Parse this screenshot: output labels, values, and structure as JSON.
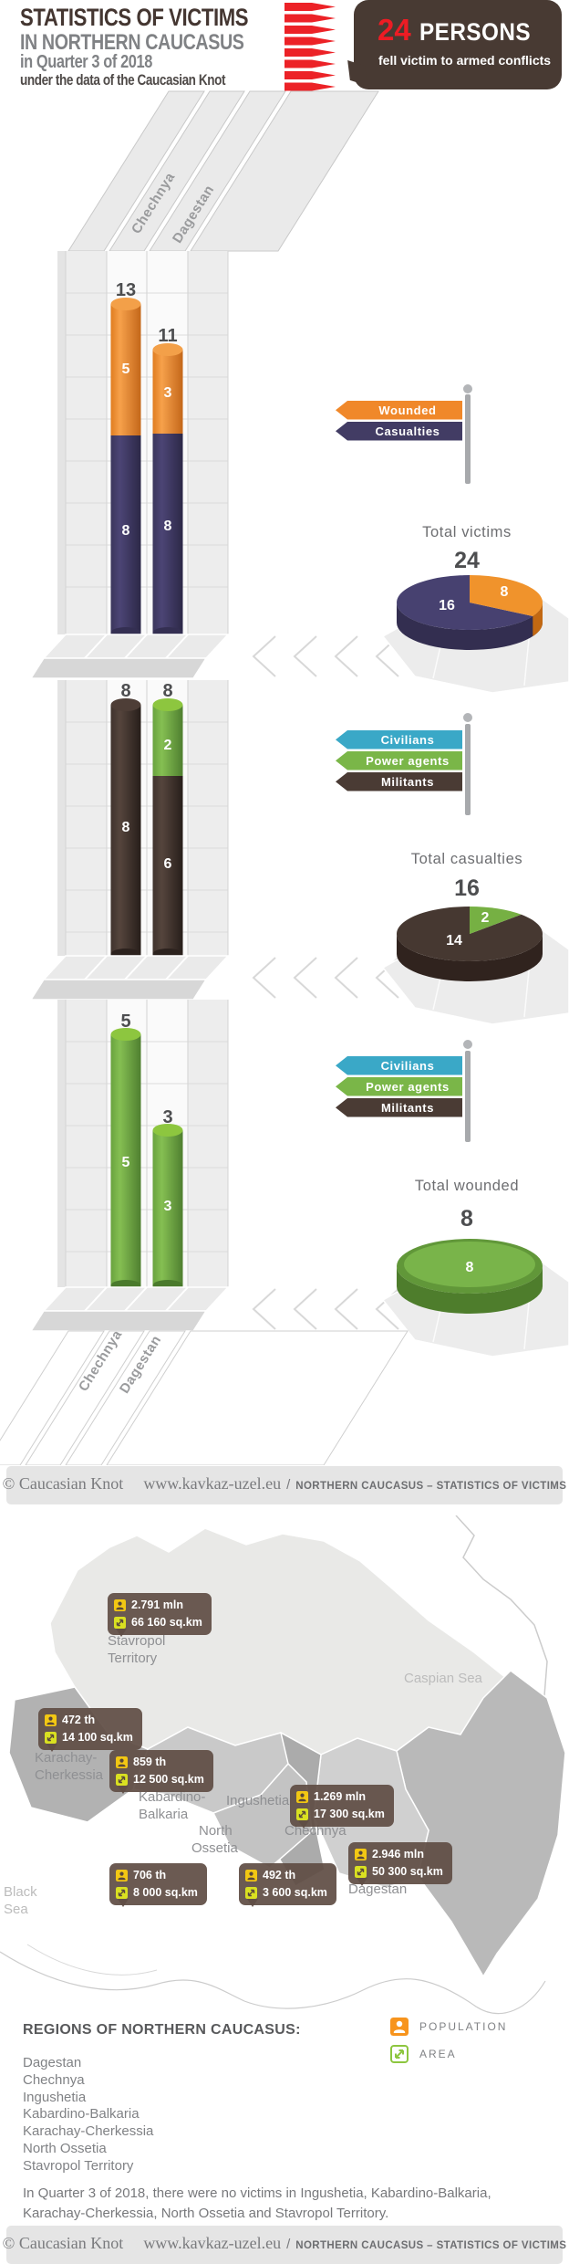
{
  "header": {
    "line1": "STATISTICS OF VICTIMS",
    "line2": "IN NORTHERN CAUCASUS",
    "line3": "in Quarter 3 of 2018",
    "line4": "under the data of the Caucasian Knot",
    "callout": {
      "number": "24",
      "unit": "PERSONS",
      "caption": "fell victim to armed conflicts"
    }
  },
  "axis": {
    "top1": "Chechnya",
    "top2": "Dagestan",
    "bottom1": "Chechnya",
    "bottom2": "Dagestan"
  },
  "sec1": {
    "legend": {
      "wounded": "Wounded",
      "casualties": "Casualties"
    },
    "chechnya": {
      "total": "13",
      "wounded": "5",
      "casualties": "8"
    },
    "dagestan": {
      "total": "11",
      "wounded": "3",
      "casualties": "8"
    },
    "pie": {
      "title": "Total victims",
      "total": "24",
      "casualties": "16",
      "wounded": "8"
    }
  },
  "sec2": {
    "legend": {
      "civilians": "Civilians",
      "power": "Power agents",
      "militants": "Militants"
    },
    "chechnya": {
      "total": "8",
      "militants": "8"
    },
    "dagestan": {
      "total": "8",
      "power": "2",
      "militants": "6"
    },
    "pie": {
      "title": "Total casualties",
      "total": "16",
      "militants": "14",
      "power": "2"
    }
  },
  "sec3": {
    "legend": {
      "civilians": "Civilians",
      "power": "Power agents",
      "militants": "Militants"
    },
    "chechnya": {
      "total": "5",
      "value": "5"
    },
    "dagestan": {
      "total": "3",
      "value": "3"
    },
    "pie": {
      "title": "Total wounded",
      "total": "8",
      "value": "8"
    }
  },
  "footer": {
    "copyright": "© Caucasian Knot",
    "site": "www.kavkaz-uzel.eu",
    "sep": "/",
    "caption": "NORTHERN CAUCASUS – STATISTICS OF VICTIMS"
  },
  "map": {
    "caspian": "Caspian Sea",
    "black1": "Black",
    "black2": "Sea",
    "stavropol": {
      "n1": "Stavropol",
      "n2": "Territory",
      "pop": "2.791 mln",
      "area": "66 160 sq.km"
    },
    "karachay": {
      "n1": "Karachay-",
      "n2": "Cherkessia",
      "pop": "472 th",
      "area": "14 100 sq.km"
    },
    "kabardino": {
      "n1": "Kabardino-",
      "n2": "Balkaria",
      "pop": "859 th",
      "area": "12 500 sq.km"
    },
    "ossetia": {
      "n1": "North",
      "n2": "Ossetia",
      "pop": "706 th",
      "area": "8 000 sq.km"
    },
    "ingushetia": {
      "n1": "Ingushetia",
      "pop": "492 th",
      "area": "3 600 sq.km"
    },
    "chechnya": {
      "n1": "Chechnya",
      "pop": "1.269 mln",
      "area": "17 300 sq.km"
    },
    "dagestan": {
      "n1": "Dagestan",
      "pop": "2.946 mln",
      "area": "50 300 sq.km"
    }
  },
  "regions_list": {
    "title": "REGIONS OF NORTHERN CAUCASUS:",
    "items": [
      "Dagestan",
      "Chechnya",
      "Ingushetia",
      "Kabardino-Balkaria",
      "Karachay-Cherkessia",
      "North Ossetia",
      "Stavropol Territory"
    ]
  },
  "map_legend": {
    "population": "POPULATION",
    "area": "AREA"
  },
  "note": "In Quarter 3 of 2018, there were no victims in Ingushetia, Kabardino-Balkaria, Karachay-Cherkessia, North Ossetia and Stavropol Territory.",
  "colors": {
    "orange": "#f0882a",
    "navy": "#423c64",
    "teal": "#3aa8c7",
    "green": "#76b043",
    "brown": "#4a3b34",
    "red": "#ed1c24",
    "title_brown": "#443631",
    "gray_text": "#808285"
  },
  "chart_data": [
    {
      "type": "bar",
      "stacked": true,
      "title": "Victims by region",
      "categories": [
        "Chechnya",
        "Dagestan"
      ],
      "series": [
        {
          "name": "Wounded",
          "color": "#f0882a",
          "values": [
            5,
            3
          ]
        },
        {
          "name": "Casualties",
          "color": "#423c64",
          "values": [
            8,
            8
          ]
        }
      ],
      "totals": [
        13,
        11
      ],
      "ylim": [
        0,
        14
      ],
      "grid": true,
      "legend_position": "right"
    },
    {
      "type": "pie",
      "title": "Total victims",
      "total": 24,
      "slices": [
        {
          "label": "Casualties",
          "value": 16,
          "color": "#474170"
        },
        {
          "label": "Wounded",
          "value": 8,
          "color": "#f0932c"
        }
      ]
    },
    {
      "type": "bar",
      "stacked": true,
      "title": "Casualties by region",
      "categories": [
        "Chechnya",
        "Dagestan"
      ],
      "series": [
        {
          "name": "Civilians",
          "color": "#3aa8c7",
          "values": [
            0,
            0
          ]
        },
        {
          "name": "Power agents",
          "color": "#7ab648",
          "values": [
            0,
            2
          ]
        },
        {
          "name": "Militants",
          "color": "#4a3b34",
          "values": [
            8,
            6
          ]
        }
      ],
      "totals": [
        8,
        8
      ],
      "ylim": [
        0,
        9
      ],
      "grid": true,
      "legend_position": "right"
    },
    {
      "type": "pie",
      "title": "Total casualties",
      "total": 16,
      "slices": [
        {
          "label": "Militants",
          "value": 14,
          "color": "#463831"
        },
        {
          "label": "Power agents",
          "value": 2,
          "color": "#76b043"
        }
      ]
    },
    {
      "type": "bar",
      "stacked": true,
      "title": "Wounded by region",
      "categories": [
        "Chechnya",
        "Dagestan"
      ],
      "series": [
        {
          "name": "Power agents",
          "color": "#72ac44",
          "values": [
            5,
            3
          ]
        }
      ],
      "totals": [
        5,
        3
      ],
      "ylim": [
        0,
        6
      ],
      "grid": true,
      "legend_position": "right"
    },
    {
      "type": "pie",
      "title": "Total wounded",
      "total": 8,
      "slices": [
        {
          "label": "Wounded",
          "value": 8,
          "color": "#72ac44"
        }
      ]
    }
  ]
}
